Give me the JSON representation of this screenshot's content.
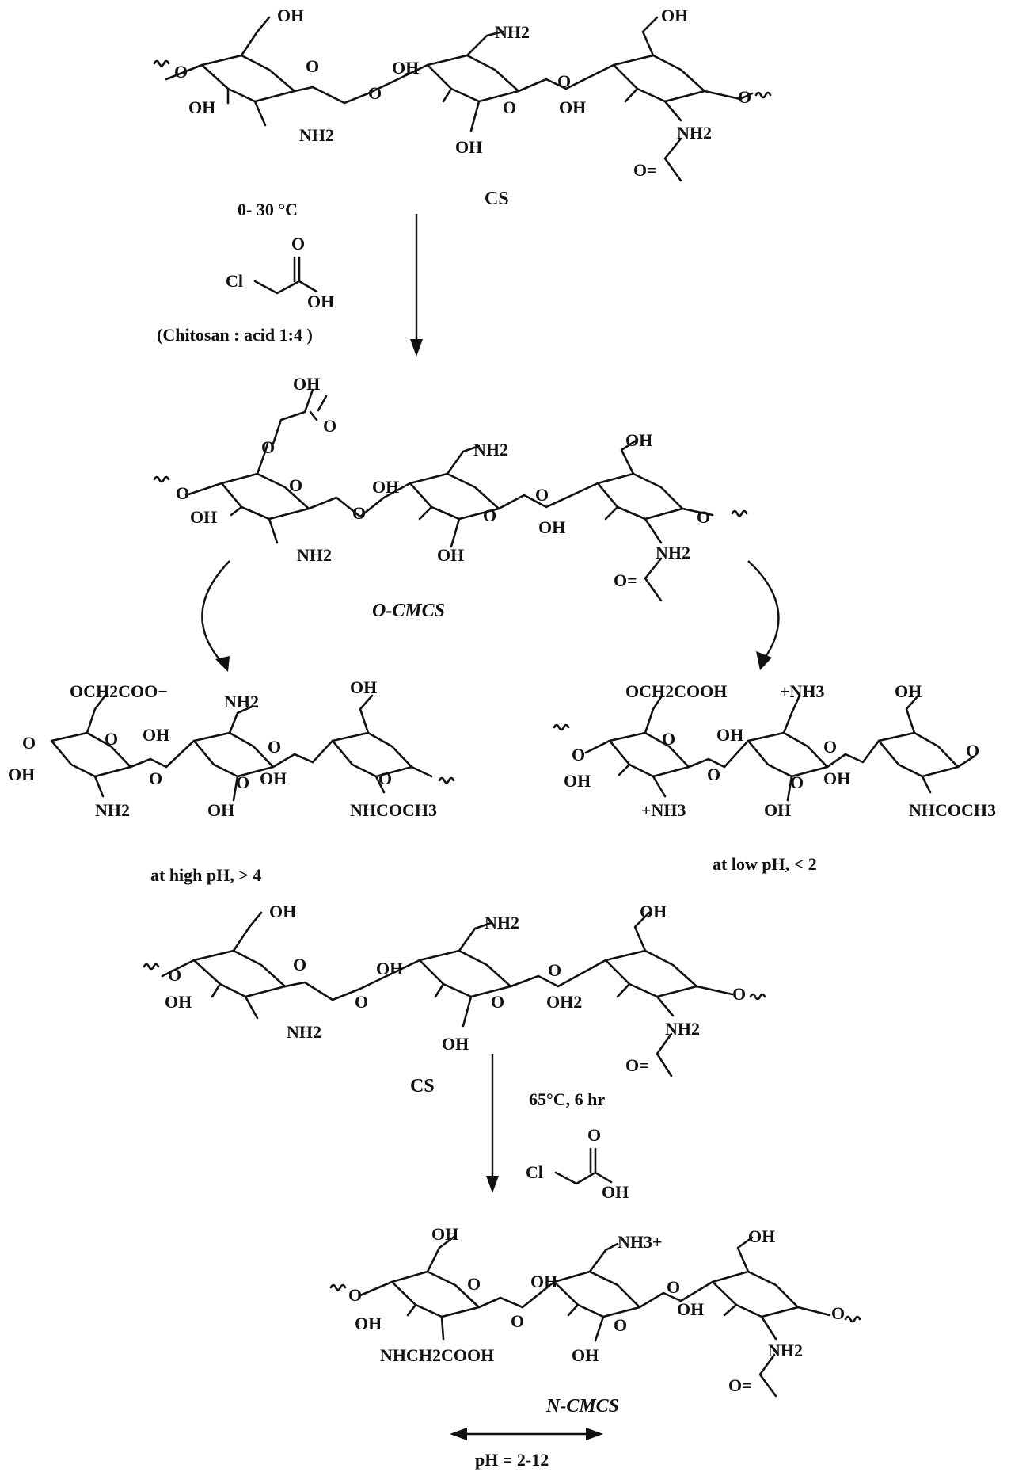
{
  "atoms": {
    "oh": "OH",
    "nh2": "NH2",
    "o": "O",
    "o_eq": "O=",
    "cl": "Cl",
    "och2cooh": "OCH2COOH",
    "och2coo": "OCH2COO−",
    "nhcoch3": "NHCOCH3",
    "nh3_plus": "+NH3",
    "nh3_plus_right": "NH3+",
    "nhch2cooh": "NHCH2COOH",
    "oh2": "OH2"
  },
  "labels": {
    "cs_top": "CS",
    "cs_mid": "CS",
    "o_cmcs": "O-CMCS",
    "n_cmcs": "N-CMCS"
  },
  "conditions": {
    "step1_temp": "0- 30 °C",
    "step1_ratio": "(Chitosan : acid 1:4 )",
    "high_ph": "at high pH, > 4",
    "low_ph": "at low pH, < 2",
    "step2": "65°C, 6 hr",
    "ph_range": "pH = 2-12"
  }
}
